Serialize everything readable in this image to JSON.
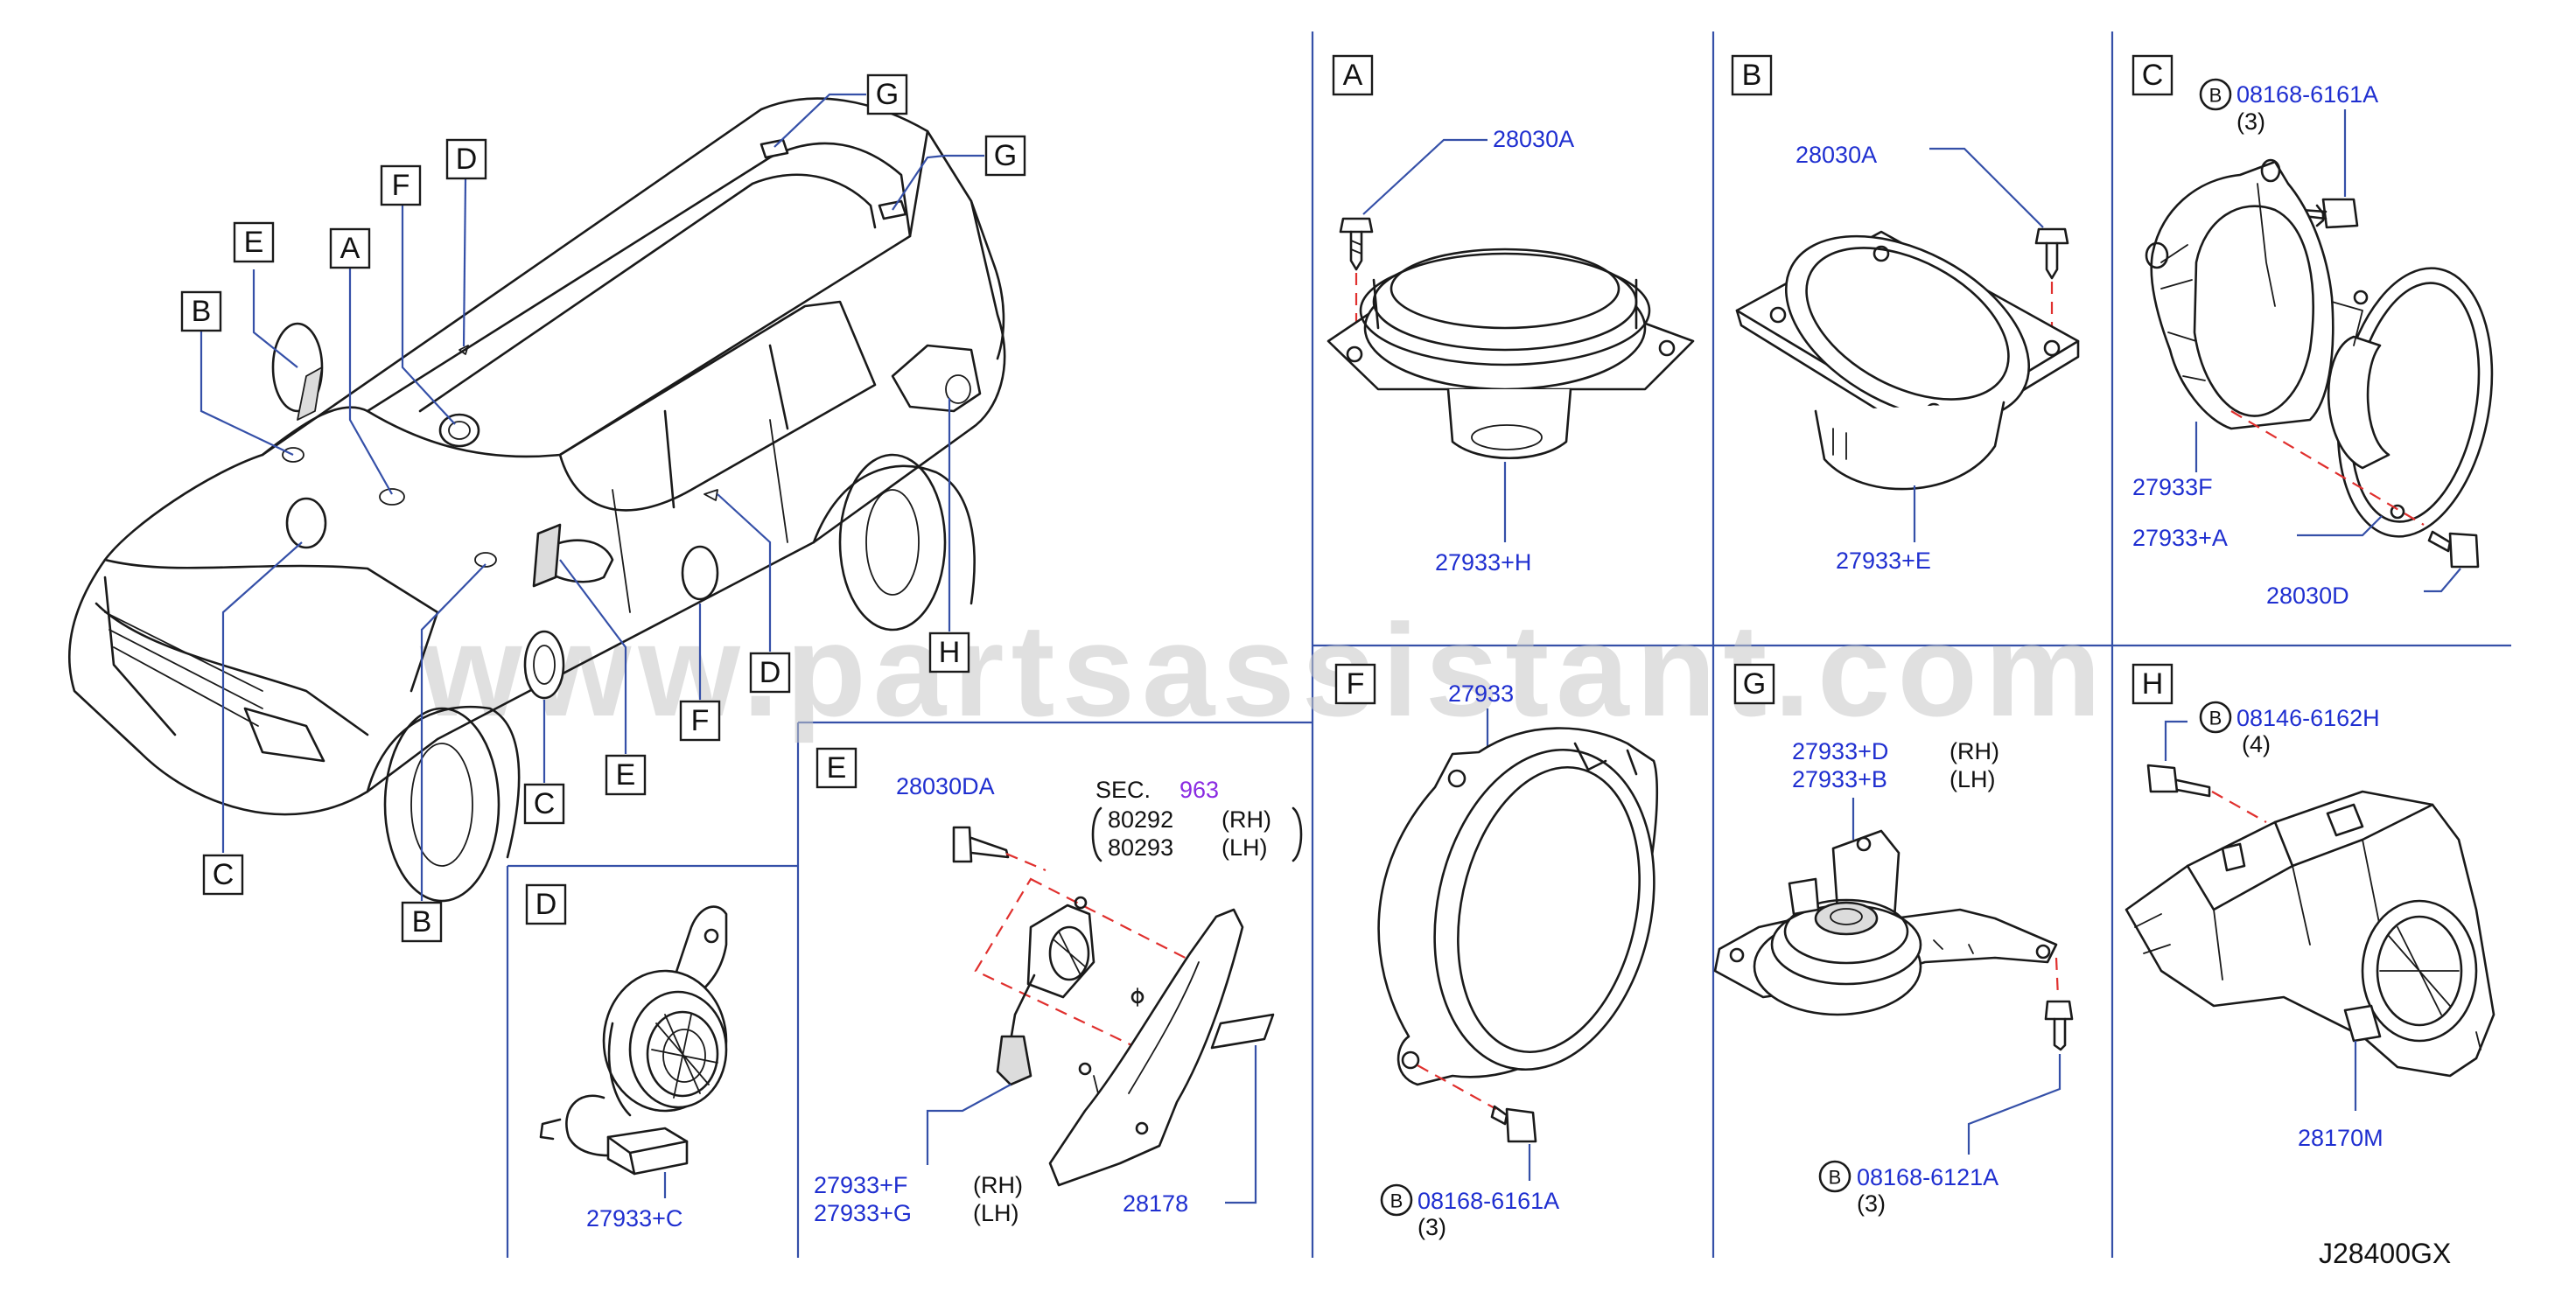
{
  "watermark": "www.partsassistant.com",
  "diagram_code": "J28400GX",
  "colors": {
    "part_number": "#1f2fd0",
    "leader": "#3550a8",
    "dashed": "#e0302e",
    "sec_ref": "#8a2be2"
  },
  "vehicle_callouts": [
    "G",
    "G",
    "D",
    "F",
    "A",
    "E",
    "B",
    "H",
    "D",
    "F",
    "E",
    "C",
    "C",
    "B"
  ],
  "panels": {
    "A": {
      "letter": "A",
      "screw": "28030A",
      "speaker": "27933+H"
    },
    "B": {
      "letter": "B",
      "screw": "28030A",
      "speaker": "27933+E"
    },
    "C": {
      "letter": "C",
      "bolt_symbol": "B",
      "bolt": "08168-6161A",
      "bolt_qty": "(3)",
      "bracket": "27933F",
      "speaker": "27933+A",
      "screw": "28030D"
    },
    "D": {
      "letter": "D",
      "speaker": "27933+C"
    },
    "E": {
      "letter": "E",
      "screw": "28030DA",
      "sec_label": "SEC.",
      "sec_num": "963",
      "ref1": "80292",
      "ref1_side": "(RH)",
      "ref2": "80293",
      "ref2_side": "(LH)",
      "part1": "27933+F",
      "part1_side": "(RH)",
      "part2": "27933+G",
      "part2_side": "(LH)",
      "badge": "28178"
    },
    "F": {
      "letter": "F",
      "speaker": "27933",
      "bolt_symbol": "B",
      "bolt": "08168-6161A",
      "bolt_qty": "(3)"
    },
    "G": {
      "letter": "G",
      "part1": "27933+D",
      "part1_side": "(RH)",
      "part2": "27933+B",
      "part2_side": "(LH)",
      "bolt_symbol": "B",
      "bolt": "08168-6121A",
      "bolt_qty": "(3)"
    },
    "H": {
      "letter": "H",
      "bolt_symbol": "B",
      "bolt": "08146-6162H",
      "bolt_qty": "(4)",
      "amp": "28170M"
    }
  }
}
